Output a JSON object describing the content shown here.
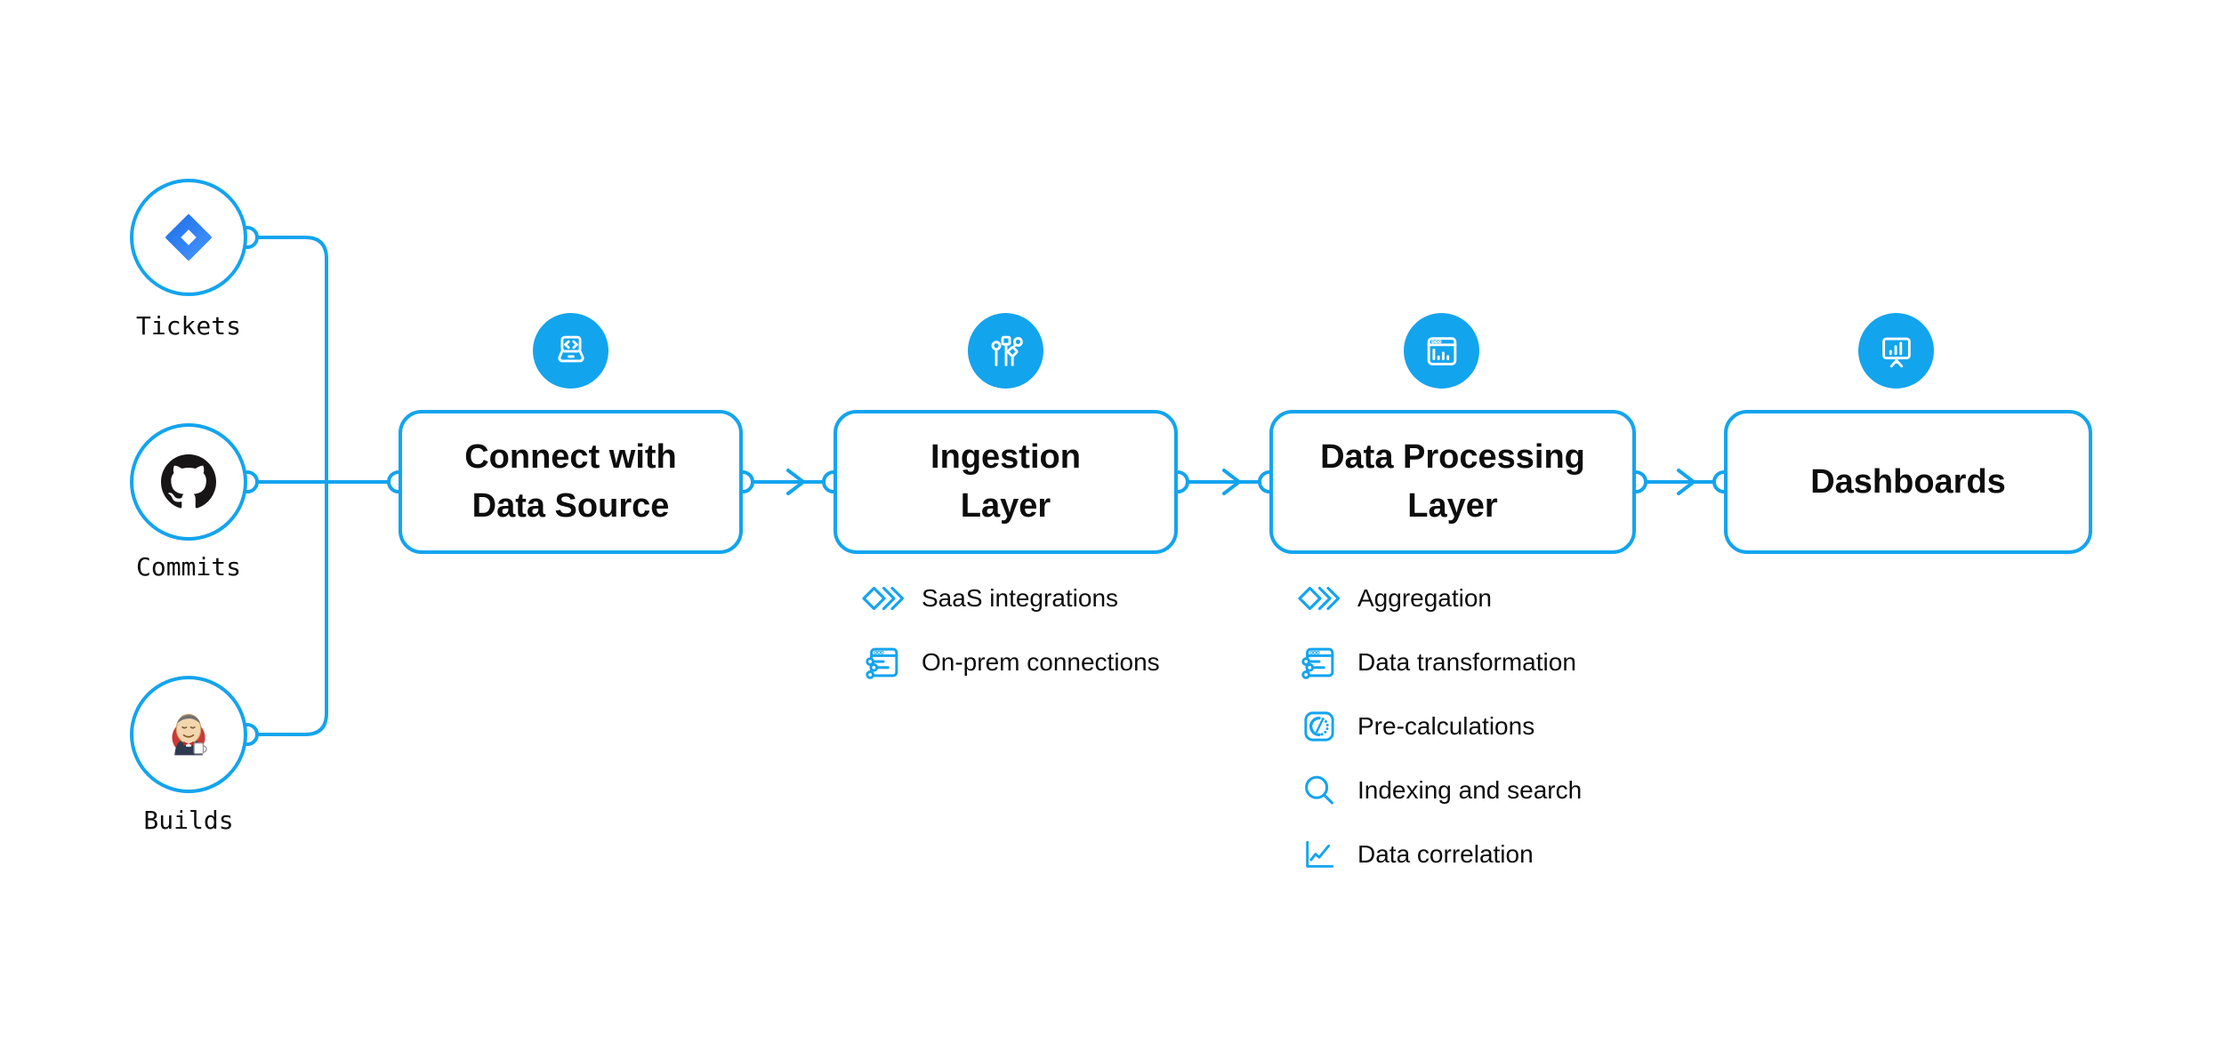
{
  "colors": {
    "accent": "#13a4ee",
    "text": "#0d0d0d",
    "bg": "#ffffff",
    "jira-blue": "#2684ff",
    "github-black": "#171515",
    "jenkins-red": "#cb3837"
  },
  "sources": [
    {
      "label": "Tickets",
      "icon": "jira-logo"
    },
    {
      "label": "Commits",
      "icon": "github-logo"
    },
    {
      "label": "Builds",
      "icon": "jenkins-logo"
    }
  ],
  "stages": [
    {
      "title": "Connect with Data Source",
      "icon": "laptop-code-icon",
      "items": []
    },
    {
      "title": "Ingestion Layer",
      "icon": "circuit-branches-icon",
      "items": [
        {
          "label": "SaaS integrations",
          "icon": "diamonds-icon"
        },
        {
          "label": "On-prem connections",
          "icon": "window-sliders-icon"
        }
      ]
    },
    {
      "title": "Data Processing Layer",
      "icon": "bar-chart-window-icon",
      "items": [
        {
          "label": "Aggregation",
          "icon": "diamonds-icon"
        },
        {
          "label": "Data transformation",
          "icon": "window-sliders-icon"
        },
        {
          "label": "Pre-calculations",
          "icon": "gauge-icon"
        },
        {
          "label": "Indexing and search",
          "icon": "search-icon"
        },
        {
          "label": "Data correlation",
          "icon": "line-chart-icon"
        }
      ]
    },
    {
      "title": "Dashboards",
      "icon": "presentation-chart-icon",
      "items": []
    }
  ]
}
